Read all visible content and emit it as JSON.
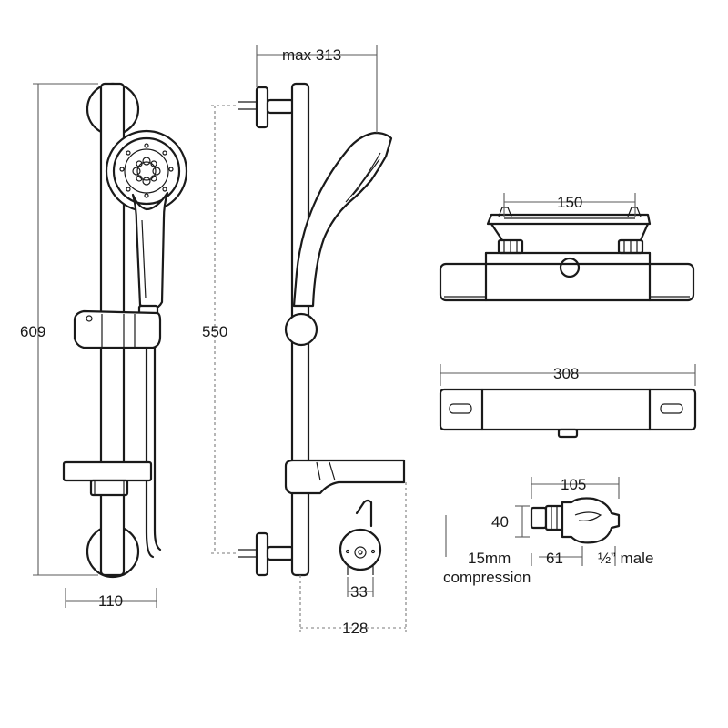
{
  "dimensions": {
    "rail_height": "609",
    "rail_width": "110",
    "bracket_height": "550",
    "max_projection": "max 313",
    "soap_dish_depth": "128",
    "hose_diameter": "33",
    "valve_centres": "150",
    "valve_width": "308",
    "elbow_length": "105",
    "elbow_height": "40",
    "elbow_depth": "61",
    "compression_size": "15mm",
    "compression_label": "compression",
    "thread_label": "½” male"
  }
}
